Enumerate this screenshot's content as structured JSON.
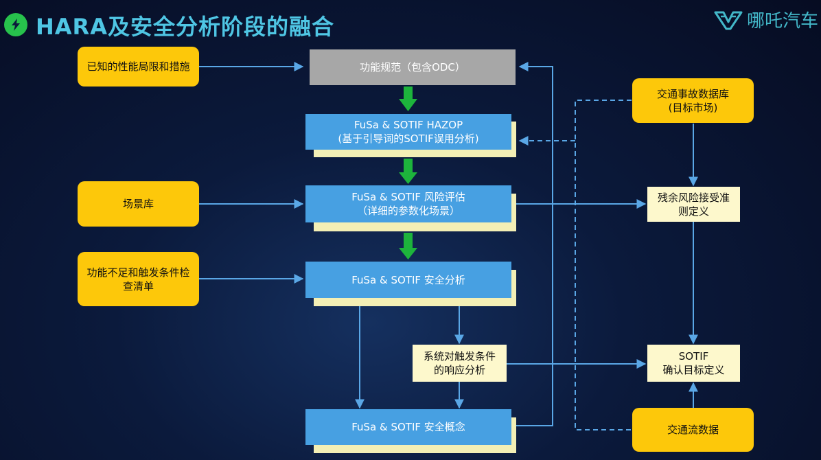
{
  "header": {
    "title": "HARA及安全分析阶段的融合",
    "logo_text": "哪吒汽车"
  },
  "left_inputs": {
    "known_limits": "已知的性能局限和措施",
    "scenario_db": "场景库",
    "trigger_checklist": "功能不足和触发条件检查清单"
  },
  "main_flow": {
    "func_spec": "功能规范（包含ODC）",
    "hazop_line1": "FuSa & SOTIF HAZOP",
    "hazop_line2": "(基于引导词的SOTIF误用分析)",
    "risk_line1": "FuSa & SOTIF 风险评估",
    "risk_line2": "（详细的参数化场景）",
    "safety_analysis": "FuSa & SOTIF 安全分析",
    "system_response": "系统对触发条件的响应分析",
    "safety_concept": "FuSa & SOTIF 安全概念"
  },
  "right_side": {
    "accident_db_line1": "交通事故数据库",
    "accident_db_line2": "(目标市场)",
    "residual_risk": "残余风险接受准则定义",
    "sotif_target_line1": "SOTIF",
    "sotif_target_line2": "确认目标定义",
    "traffic_flow": "交通流数据"
  },
  "colors": {
    "title": "#4fc6e4",
    "yellow_box": "#fdc80a",
    "cream_box": "#fdf8cc",
    "blue_box": "#47a0e2",
    "gray_box": "#a7a7a7",
    "arrow_blue": "#5aa7e6",
    "arrow_green": "#1db43c",
    "background": "#0b1a3c"
  }
}
